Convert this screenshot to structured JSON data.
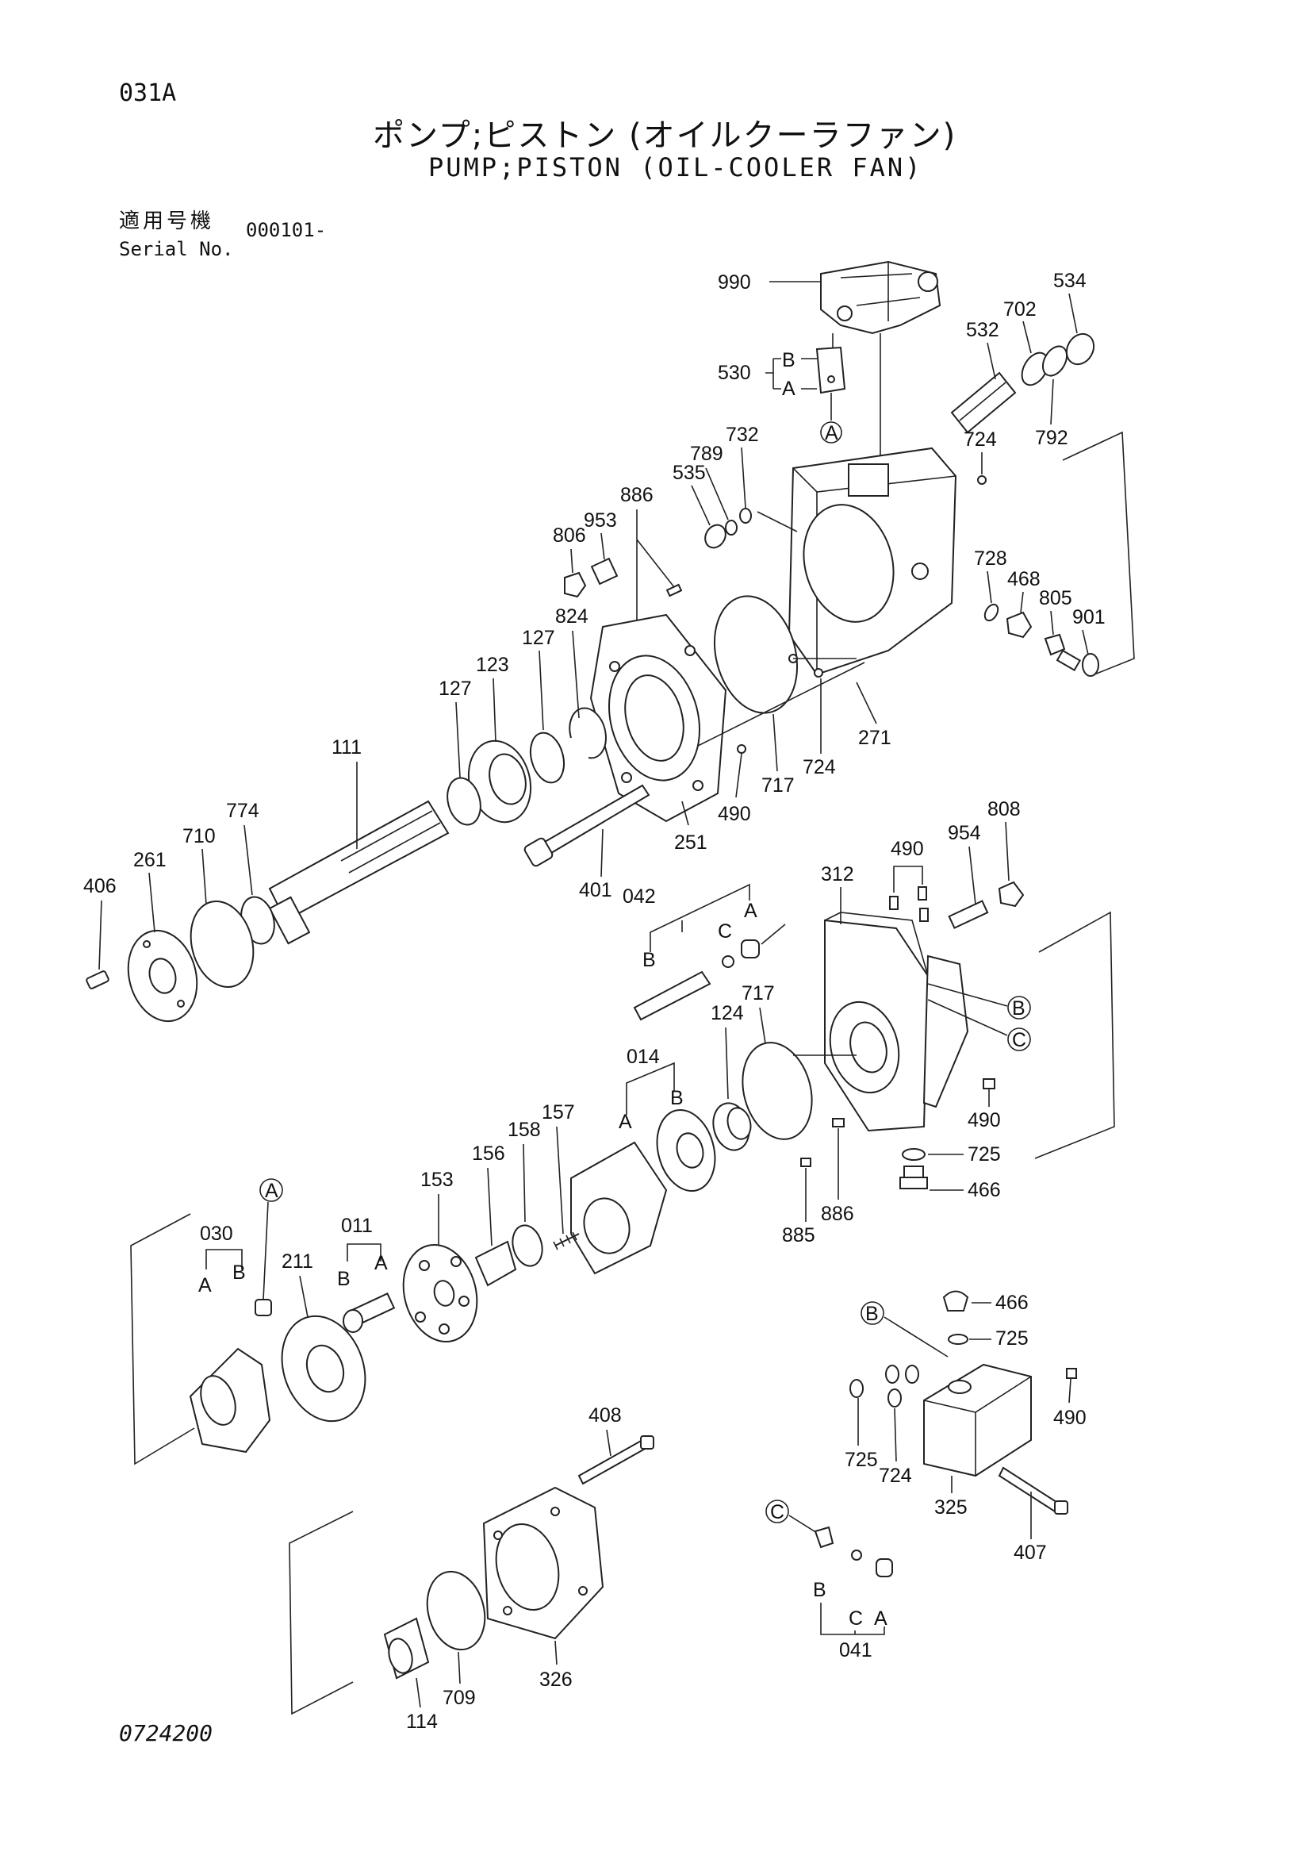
{
  "header": {
    "code": "031A",
    "title_jp": "ポンプ;ピストン (オイルクーラファン)",
    "title_en": "PUMP;PISTON (OIL-COOLER FAN)",
    "serial_label_jp": "適用号機",
    "serial_label_en": "Serial No.",
    "serial_value": "000101-"
  },
  "footer": {
    "drawing_no": "0724200"
  },
  "labels": {
    "l990": "990",
    "l534": "534",
    "l702": "702",
    "l532": "532",
    "l530": "530",
    "l792": "792",
    "l732": "732",
    "l789": "789",
    "l535": "535",
    "l724a": "724",
    "l886a": "886",
    "l953": "953",
    "l806": "806",
    "l728": "728",
    "l468": "468",
    "l805": "805",
    "l901": "901",
    "l824": "824",
    "l127a": "127",
    "l123": "123",
    "l127b": "127",
    "l111": "111",
    "l774": "774",
    "l710": "710",
    "l261": "261",
    "l406": "406",
    "l271": "271",
    "l724b": "724",
    "l717a": "717",
    "l490a": "490",
    "l251": "251",
    "l401": "401",
    "l808": "808",
    "l954": "954",
    "l490b": "490",
    "l312": "312",
    "l042": "042",
    "l717b": "717",
    "l124": "124",
    "l014": "014",
    "l157": "157",
    "l158": "158",
    "l156": "156",
    "l153": "153",
    "l011": "011",
    "l030": "030",
    "l211": "211",
    "l490c": "490",
    "l725a": "725",
    "l466a": "466",
    "l886b": "886",
    "l885": "885",
    "l466b": "466",
    "l725b": "725",
    "l490d": "490",
    "l725c": "725",
    "l724c": "724",
    "l325": "325",
    "l407": "407",
    "l408": "408",
    "l326": "326",
    "l709": "709",
    "l114": "114",
    "l041": "041"
  },
  "letters": {
    "A": "A",
    "B": "B",
    "C": "C"
  }
}
